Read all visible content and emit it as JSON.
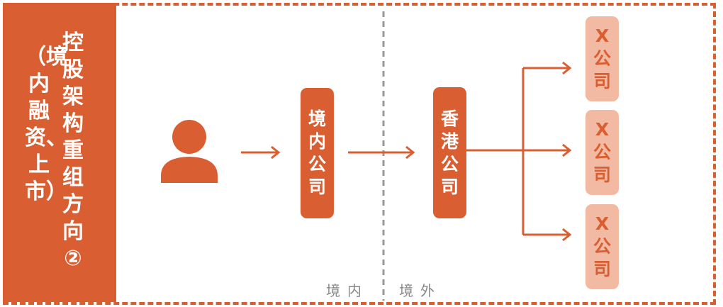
{
  "sidebar": {
    "title": "控股架构重组方向②",
    "subtitle": "（境内融资、上市）"
  },
  "nodes": {
    "person": "person-icon",
    "domestic": "境内公司",
    "hongkong": "香港公司",
    "subsidiaries": [
      "X公司",
      "X公司",
      "X公司"
    ]
  },
  "regions": {
    "domestic": "境内",
    "overseas": "境外"
  },
  "colors": {
    "accent": "#d95f32",
    "light": "#f2b9a3",
    "divider": "#999999"
  }
}
